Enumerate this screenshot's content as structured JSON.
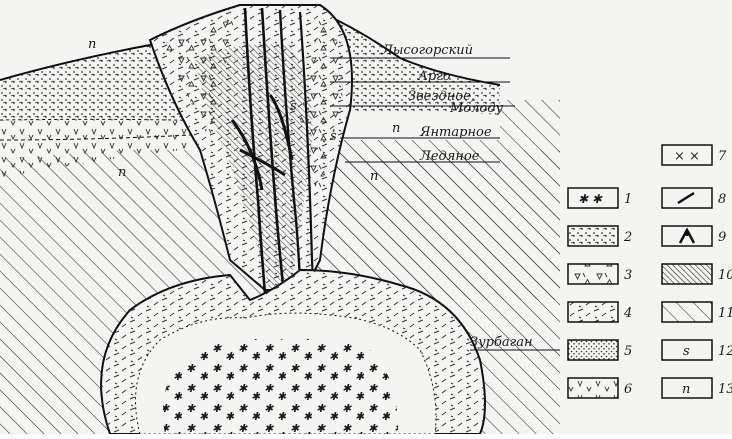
{
  "map_labels": {
    "lysogorsky": "Лысогорский",
    "argo": "Арго",
    "zvezdnoe": "Звездное,",
    "molodu": "Молоду",
    "yantarnoe": "Янтарное",
    "ledyanoe": "Ледяное",
    "zurbagan": "Зурбаган"
  },
  "legend": [
    {
      "num": "1",
      "glyph": "x x"
    },
    {
      "num": "2",
      "glyph": "dots"
    },
    {
      "num": "3",
      "glyph": "▽ \\ △"
    },
    {
      "num": "4",
      "glyph": "dashes"
    },
    {
      "num": "5",
      "glyph": "dense-dots"
    },
    {
      "num": "6",
      "glyph": "v v"
    },
    {
      "num": "7",
      "glyph": "× ×"
    },
    {
      "num": "8",
      "glyph": "dike"
    },
    {
      "num": "9",
      "glyph": "fork"
    },
    {
      "num": "10",
      "glyph": "dense-hatch"
    },
    {
      "num": "11",
      "glyph": "hatch"
    },
    {
      "num": "12",
      "glyph": "s"
    },
    {
      "num": "13",
      "glyph": "п"
    }
  ],
  "legend_symbols": {
    "s": "s",
    "p": "п"
  }
}
